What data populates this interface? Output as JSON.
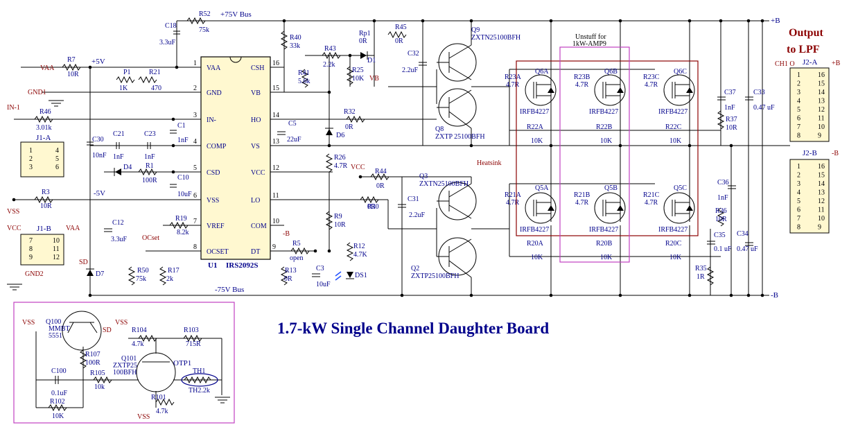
{
  "title": "1.7-kW Single Channel Daughter Board",
  "output_label": "Output\nto LPF",
  "output_line1": "Output",
  "output_line2": "to LPF",
  "ic": {
    "ref": "U1",
    "part": "IRS2092S",
    "left_pins": [
      [
        "VAA",
        "1"
      ],
      [
        "GND",
        "2"
      ],
      [
        "IN-",
        "3"
      ],
      [
        "COMP",
        "4"
      ],
      [
        "CSD",
        "5"
      ],
      [
        "VSS",
        "6"
      ],
      [
        "VREF",
        "7"
      ],
      [
        "OCSET",
        "8"
      ]
    ],
    "right_pins": [
      [
        "CSH",
        "16"
      ],
      [
        "VB",
        "15"
      ],
      [
        "HO",
        "14"
      ],
      [
        "VS",
        "13"
      ],
      [
        "VCC",
        "12"
      ],
      [
        "LO",
        "11"
      ],
      [
        "COM",
        "10"
      ],
      [
        "DT",
        "9"
      ]
    ]
  },
  "buses": {
    "plus75": "+75V Bus",
    "minus75": "-75V Bus",
    "plus5": "+5V",
    "minus5": "-5V",
    "plusB": "+B",
    "minusB": "-B",
    "heatsink": "Heatsink",
    "unstuff": "Unstuff for",
    "unstuff2": "1kW-AMP9"
  },
  "nets": {
    "vaa": "VAA",
    "gnd1": "GND1",
    "in1": "IN-1",
    "vss": "VSS",
    "vcc": "VCC",
    "gnd2": "GND2",
    "sd": "SD",
    "ocset": "OCset",
    "vb": "VB",
    "minusb_lbl": "-B",
    "ch1o": "CH1 O"
  },
  "components": [
    {
      "ref": "C18",
      "val": "3.3uF"
    },
    {
      "ref": "R52",
      "val": "75k"
    },
    {
      "ref": "R7",
      "val": "10R"
    },
    {
      "ref": "P1",
      "val": "1K"
    },
    {
      "ref": "R21",
      "val": "470"
    },
    {
      "ref": "R46",
      "val": "3.01k"
    },
    {
      "ref": "C30",
      "val": "10nF"
    },
    {
      "ref": "C21",
      "val": "1nF"
    },
    {
      "ref": "C23",
      "val": "1nF"
    },
    {
      "ref": "C1",
      "val": "1nF"
    },
    {
      "ref": "D4",
      "val": ""
    },
    {
      "ref": "R1",
      "val": "100R"
    },
    {
      "ref": "C10",
      "val": "10uF"
    },
    {
      "ref": "R3",
      "val": "10R"
    },
    {
      "ref": "C12",
      "val": "3.3uF"
    },
    {
      "ref": "R19",
      "val": "8.2k"
    },
    {
      "ref": "R50",
      "val": "75k"
    },
    {
      "ref": "R17",
      "val": "2k"
    },
    {
      "ref": "D7",
      "val": ""
    },
    {
      "ref": "R40",
      "val": "33k"
    },
    {
      "ref": "R43",
      "val": "2.2k"
    },
    {
      "ref": "Rp1",
      "val": "0R"
    },
    {
      "ref": "D1",
      "val": ""
    },
    {
      "ref": "R45",
      "val": "0R"
    },
    {
      "ref": "R41",
      "val": "5.6k"
    },
    {
      "ref": "R25",
      "val": "10K"
    },
    {
      "ref": "C5",
      "val": "22uF"
    },
    {
      "ref": "D6",
      "val": ""
    },
    {
      "ref": "R32",
      "val": "0R"
    },
    {
      "ref": "C32",
      "val": "2.2uF"
    },
    {
      "ref": "R26",
      "val": "4.7R"
    },
    {
      "ref": "R44",
      "val": "0R"
    },
    {
      "ref": "R30",
      "val": "0R"
    },
    {
      "ref": "R9",
      "val": "10R"
    },
    {
      "ref": "R12",
      "val": "4.7K"
    },
    {
      "ref": "DS1",
      "val": ""
    },
    {
      "ref": "R5",
      "val": "open"
    },
    {
      "ref": "R13",
      "val": "0R"
    },
    {
      "ref": "C3",
      "val": "10uF"
    },
    {
      "ref": "C31",
      "val": "2.2uF"
    },
    {
      "ref": "Q9",
      "val": "ZXTN25100BFH"
    },
    {
      "ref": "Q8",
      "val": "ZXTP 25100BFH"
    },
    {
      "ref": "Q3",
      "val": "ZXTN25100BFH"
    },
    {
      "ref": "Q2",
      "val": "ZXTP25100BFH"
    },
    {
      "ref": "C37",
      "val": "1nF"
    },
    {
      "ref": "R37",
      "val": "10R"
    },
    {
      "ref": "C33",
      "val": "0.47 uF"
    },
    {
      "ref": "C36",
      "val": "1nF"
    },
    {
      "ref": "R36",
      "val": "10R"
    },
    {
      "ref": "C35",
      "val": "0.1 uF"
    },
    {
      "ref": "C34",
      "val": "0.47 uF"
    },
    {
      "ref": "R35",
      "val": "1R"
    }
  ],
  "mosfets_high": [
    {
      "q": "Q6A",
      "rg": "R23A",
      "rgv": "4.7R",
      "rs": "R22A",
      "rsv": "10K",
      "part": "IRFB4227"
    },
    {
      "q": "Q6B",
      "rg": "R23B",
      "rgv": "4.7R",
      "rs": "R22B",
      "rsv": "10K",
      "part": "IRFB4227"
    },
    {
      "q": "Q6C",
      "rg": "R23C",
      "rgv": "4.7R",
      "rs": "R22C",
      "rsv": "10K",
      "part": "IRFB4227"
    }
  ],
  "mosfets_low": [
    {
      "q": "Q5A",
      "rg": "R21A",
      "rgv": "4.7R",
      "rs": "R20A",
      "rsv": "10K",
      "part": "IRFB4227"
    },
    {
      "q": "Q5B",
      "rg": "R21B",
      "rgv": "4.7R",
      "rs": "R20B",
      "rsv": "10K",
      "part": "IRFB4227"
    },
    {
      "q": "Q5C",
      "rg": "R21C",
      "rgv": "4.7R",
      "rs": "R20C",
      "rsv": "10K",
      "part": "IRFB4227"
    }
  ],
  "connectors": {
    "j1a": {
      "ref": "J1-A",
      "pins": [
        "1",
        "2",
        "3",
        "4",
        "5",
        "6"
      ]
    },
    "j1b": {
      "ref": "J1-B",
      "pins": [
        "7",
        "8",
        "9",
        "10",
        "11",
        "12"
      ]
    },
    "j2a": {
      "ref": "J2-A",
      "left": [
        "1",
        "2",
        "3",
        "4",
        "5",
        "6",
        "7",
        "8"
      ],
      "right": [
        "16",
        "15",
        "14",
        "13",
        "12",
        "11",
        "10",
        "9"
      ]
    },
    "j2b": {
      "ref": "J2-B",
      "left": [
        "1",
        "2",
        "3",
        "4",
        "5",
        "6",
        "7",
        "8"
      ],
      "right": [
        "16",
        "15",
        "14",
        "13",
        "12",
        "11",
        "10",
        "9"
      ]
    }
  },
  "otp": {
    "label": "OTP1",
    "q100": "Q100",
    "q100p": "MMBT",
    "q100p2": "5551",
    "q101": "Q101",
    "q101p": "ZXTP25",
    "q101p2": "100BFH",
    "r104": "R104",
    "r104v": "4.7k",
    "r103": "R103",
    "r103v": "715R",
    "r107": "R107",
    "r107v": "100R",
    "r105": "R105",
    "r105v": "10k",
    "c100": "C100",
    "c100v": "0.1uF",
    "r102": "R102",
    "r102v": "10K",
    "r101": "R101",
    "r101v": "4.7k",
    "th1": "TH1",
    "th1v": "TH2.2k",
    "vss1": "VSS",
    "vss2": "VSS",
    "vss3": "VSS",
    "sd": "SD"
  },
  "colors": {
    "text_blue": "#00008b",
    "text_red": "#8b0000",
    "box_magenta": "#c040c0",
    "box_red": "#8b0000"
  }
}
